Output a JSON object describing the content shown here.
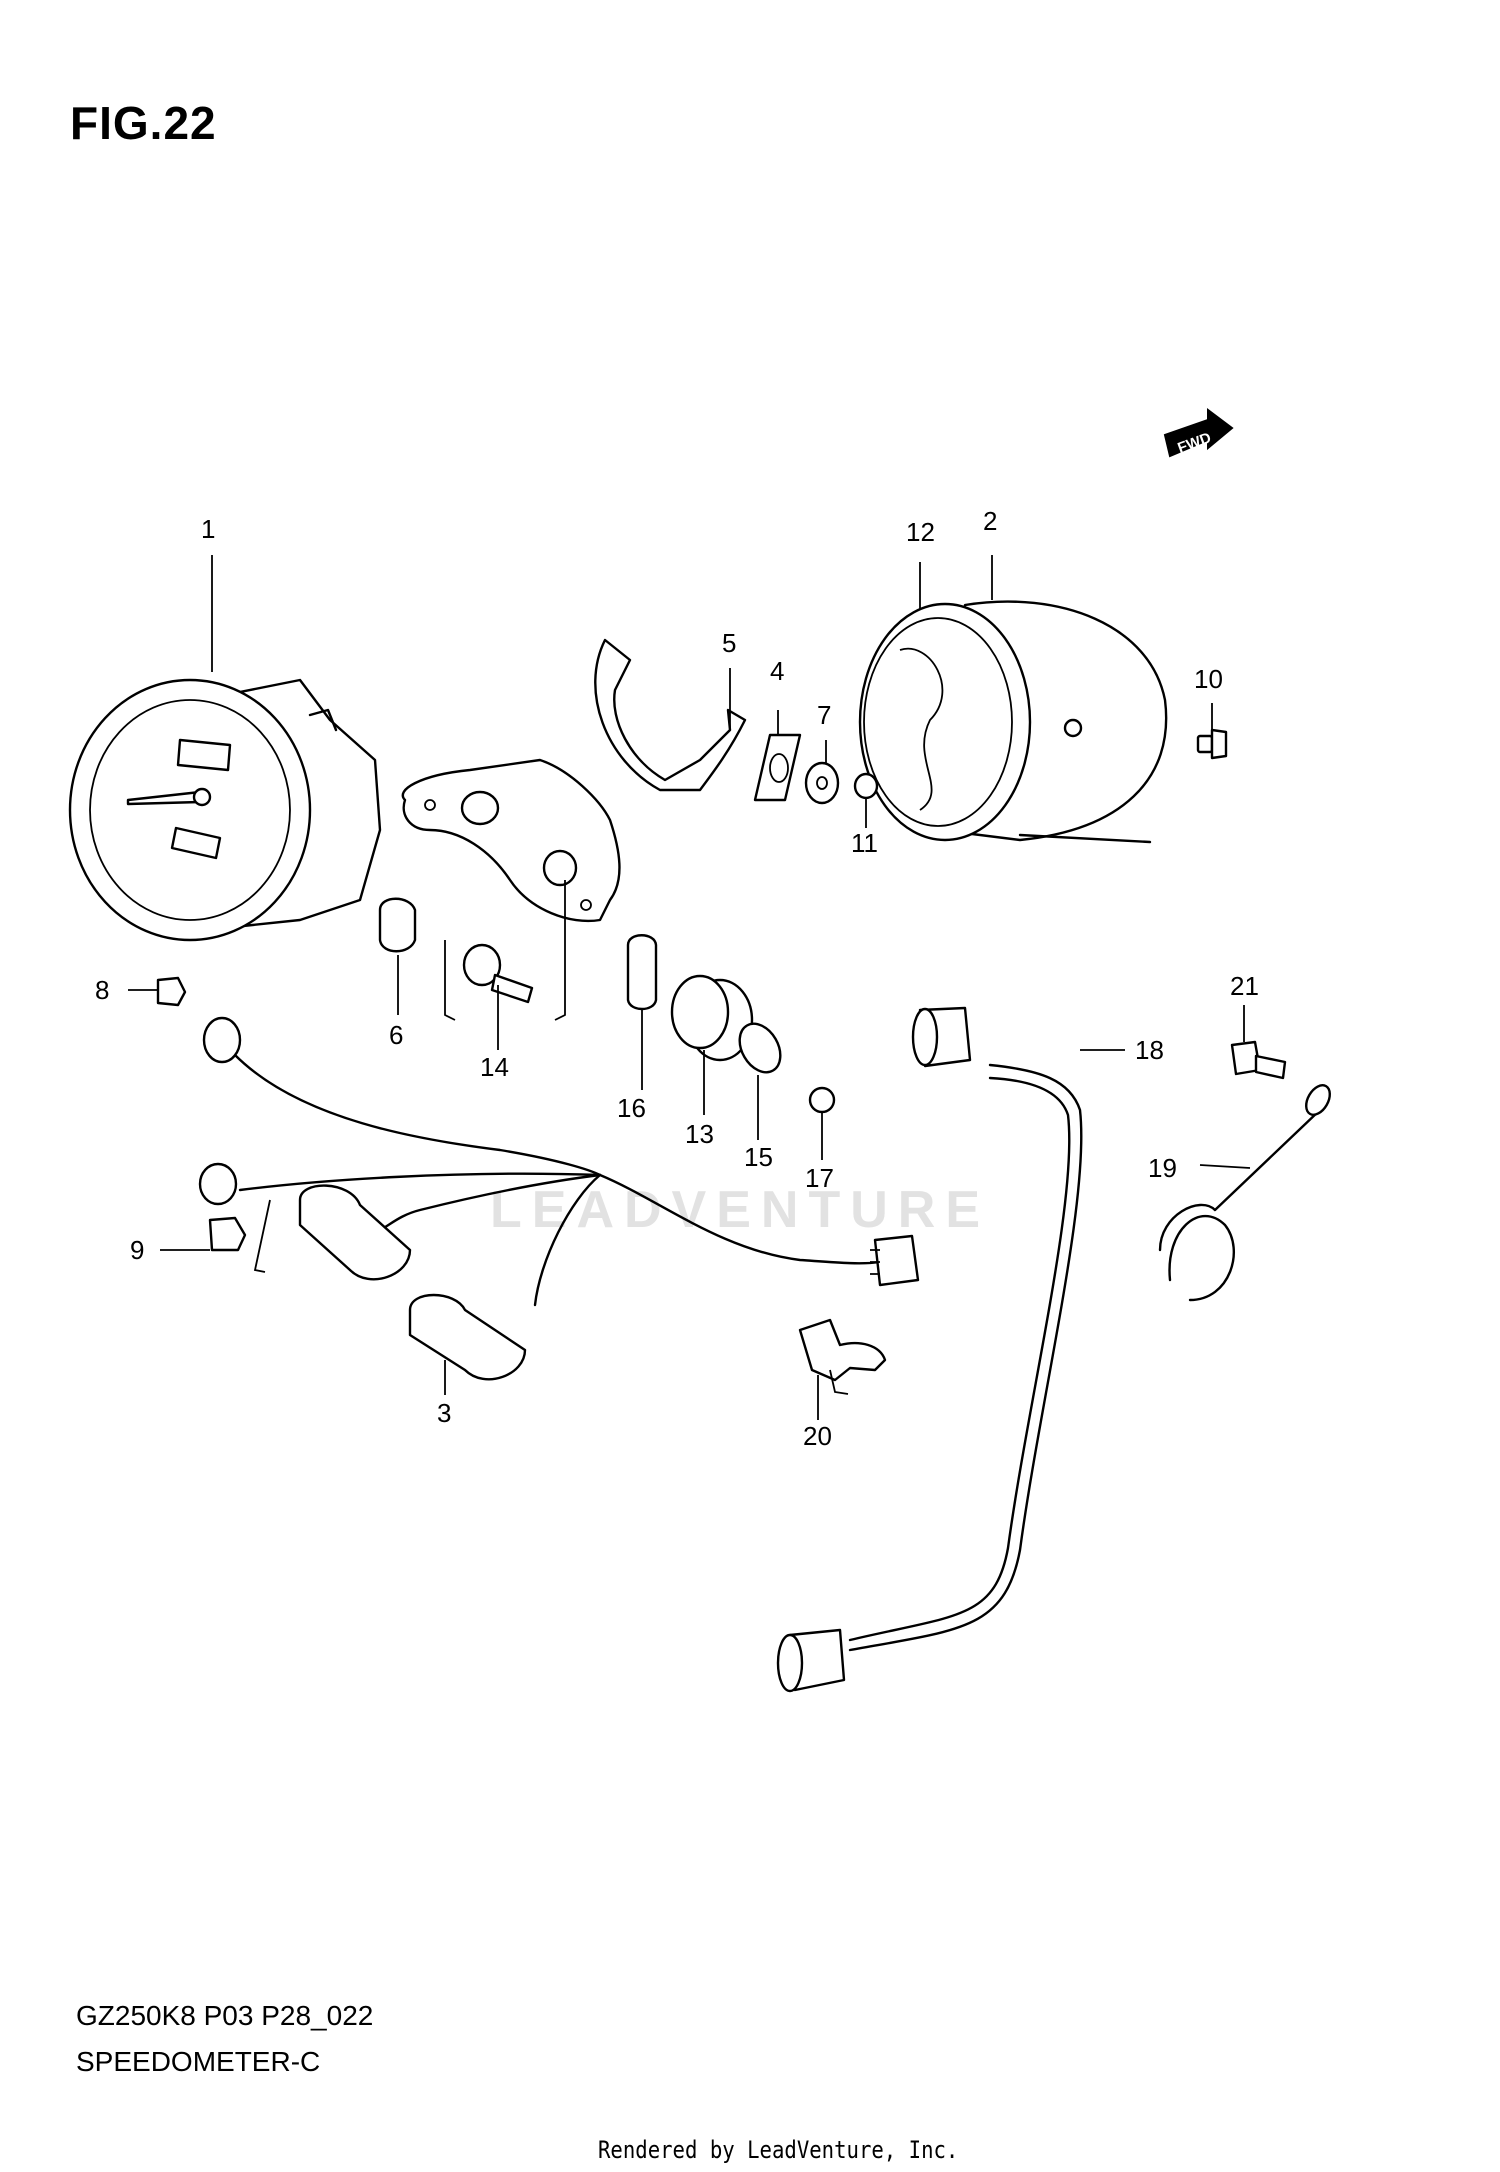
{
  "figure": {
    "title": "FIG.22",
    "model_code": "GZ250K8 P03 P28_022",
    "name": "SPEEDOMETER-C",
    "render_credit": "Rendered by LeadVenture, Inc.",
    "watermark": "LEADVENTURE",
    "direction_badge": "FWD"
  },
  "callouts": [
    "1",
    "2",
    "3",
    "4",
    "5",
    "6",
    "7",
    "8",
    "9",
    "10",
    "11",
    "12",
    "13",
    "14",
    "15",
    "16",
    "17",
    "18",
    "19",
    "20",
    "21"
  ],
  "colors": {
    "ink": "#000000",
    "background": "#ffffff",
    "watermark": "#e2e2e2"
  }
}
